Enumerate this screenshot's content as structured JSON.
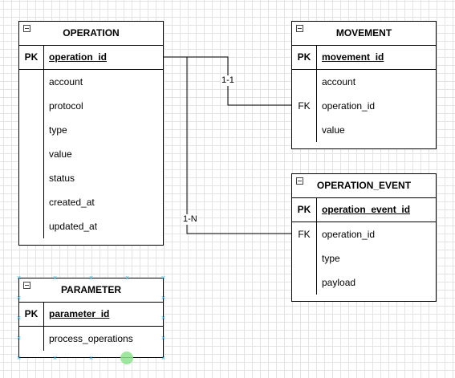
{
  "tables": {
    "operation": {
      "title": "OPERATION",
      "pk_label": "PK",
      "pk_field": "operation_id",
      "fields": [
        "account",
        "protocol",
        "type",
        "value",
        "status",
        "created_at",
        "updated_at"
      ]
    },
    "movement": {
      "title": "MOVEMENT",
      "pk_label": "PK",
      "pk_field": "movement_id",
      "fields": [
        "account",
        "operation_id",
        "value"
      ],
      "fk_label": "FK"
    },
    "operation_event": {
      "title": "OPERATION_EVENT",
      "pk_label": "PK",
      "pk_field": "operation_event_id",
      "fields": [
        "operation_id",
        "type",
        "payload"
      ],
      "fk_label": "FK"
    },
    "parameter": {
      "title": "PARAMETER",
      "pk_label": "PK",
      "pk_field": "parameter_id",
      "fields": [
        "process_operations"
      ]
    }
  },
  "relationships": {
    "operation_movement": "1-1",
    "operation_event": "1-N"
  },
  "colors": {
    "grid": "#e4e4e4",
    "line": "#000000",
    "selection_handle": "#29b6f2",
    "hover_point": "#8ee28e"
  }
}
